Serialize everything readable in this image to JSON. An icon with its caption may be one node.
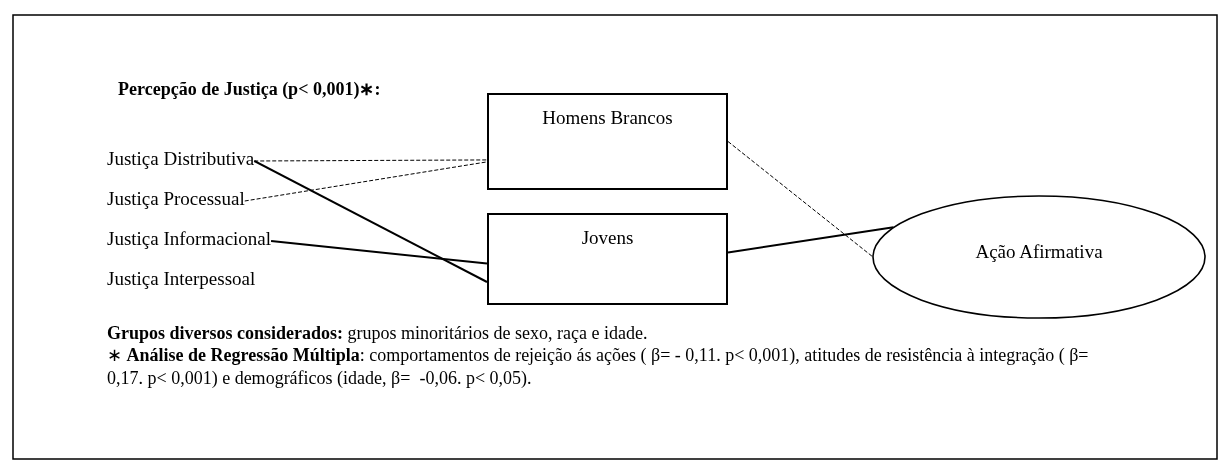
{
  "diagram": {
    "title": "Percepção de Justiça (p< 0,001)∗:",
    "nodes": [
      {
        "text": [
          "Justiça Distributiva"
        ]
      },
      {
        "text": [
          "Justiça Processual"
        ]
      },
      {
        "text": [
          "Justiça Informacional"
        ]
      },
      {
        "text": [
          "Justiça Interpessoal"
        ]
      },
      {
        "text": [
          "Homens Brancos"
        ]
      },
      {
        "text": [
          "Jovens"
        ]
      },
      {
        "text": [
          "Ação Afirmativa"
        ]
      }
    ],
    "edges": [
      {
        "from": 0,
        "to": 4,
        "arrow": "none",
        "style": "dashed"
      },
      {
        "from": 1,
        "to": 4,
        "arrow": "none",
        "style": "dashed"
      },
      {
        "from": 0,
        "to": 5,
        "arrow": "none"
      },
      {
        "from": 2,
        "to": 5,
        "arrow": "none"
      },
      {
        "from": 4,
        "to": 6,
        "arrow": "none",
        "style": "dashed"
      },
      {
        "from": 5,
        "to": 6,
        "arrow": "none"
      }
    ],
    "labels": [
      "**Grupos diversos considerados:** grupos minoritários de sexo, raça e idade.",
      "∗ **Análise de Regressão Múltipla**: comportamentos de rejeição ás ações ( β= - 0,11. p< 0,001), atitudes de resistência à integração ( β=  0,17. p< 0,001) e demográficos (idade, β=  -0,06. p< 0,05)."
    ]
  }
}
